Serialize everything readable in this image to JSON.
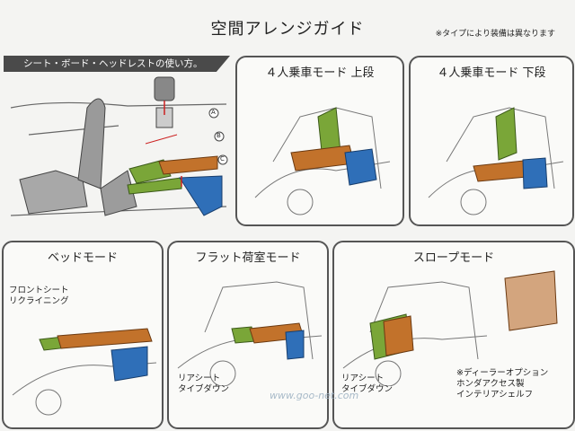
{
  "header": {
    "title": "空間アレンジガイド",
    "note": "※タイプにより装備は異なります"
  },
  "intro": {
    "banner": "シート・ボード・ヘッドレストの使い方。"
  },
  "markers": {
    "a": "A",
    "b": "B",
    "c": "C"
  },
  "panels": {
    "p4upper": {
      "label": "４人乗車モード 上段"
    },
    "p4lower": {
      "label": "４人乗車モード 下段"
    },
    "bed": {
      "label": "ベッドモード",
      "note": "フロントシート\nリクライニング"
    },
    "flat": {
      "label": "フラット荷室モード",
      "note": "リアシート\nタイブダウン"
    },
    "slope": {
      "label": "スロープモード",
      "note": "リアシート\nタイブダウン",
      "option": "※ディーラーオプション\nホンダアクセス製\nインテリアシェルフ"
    }
  },
  "watermark": "www.goo-net.com",
  "colors": {
    "green": "#7aa638",
    "orange": "#c2722b",
    "blue": "#2f6fb8",
    "line": "#555555"
  }
}
